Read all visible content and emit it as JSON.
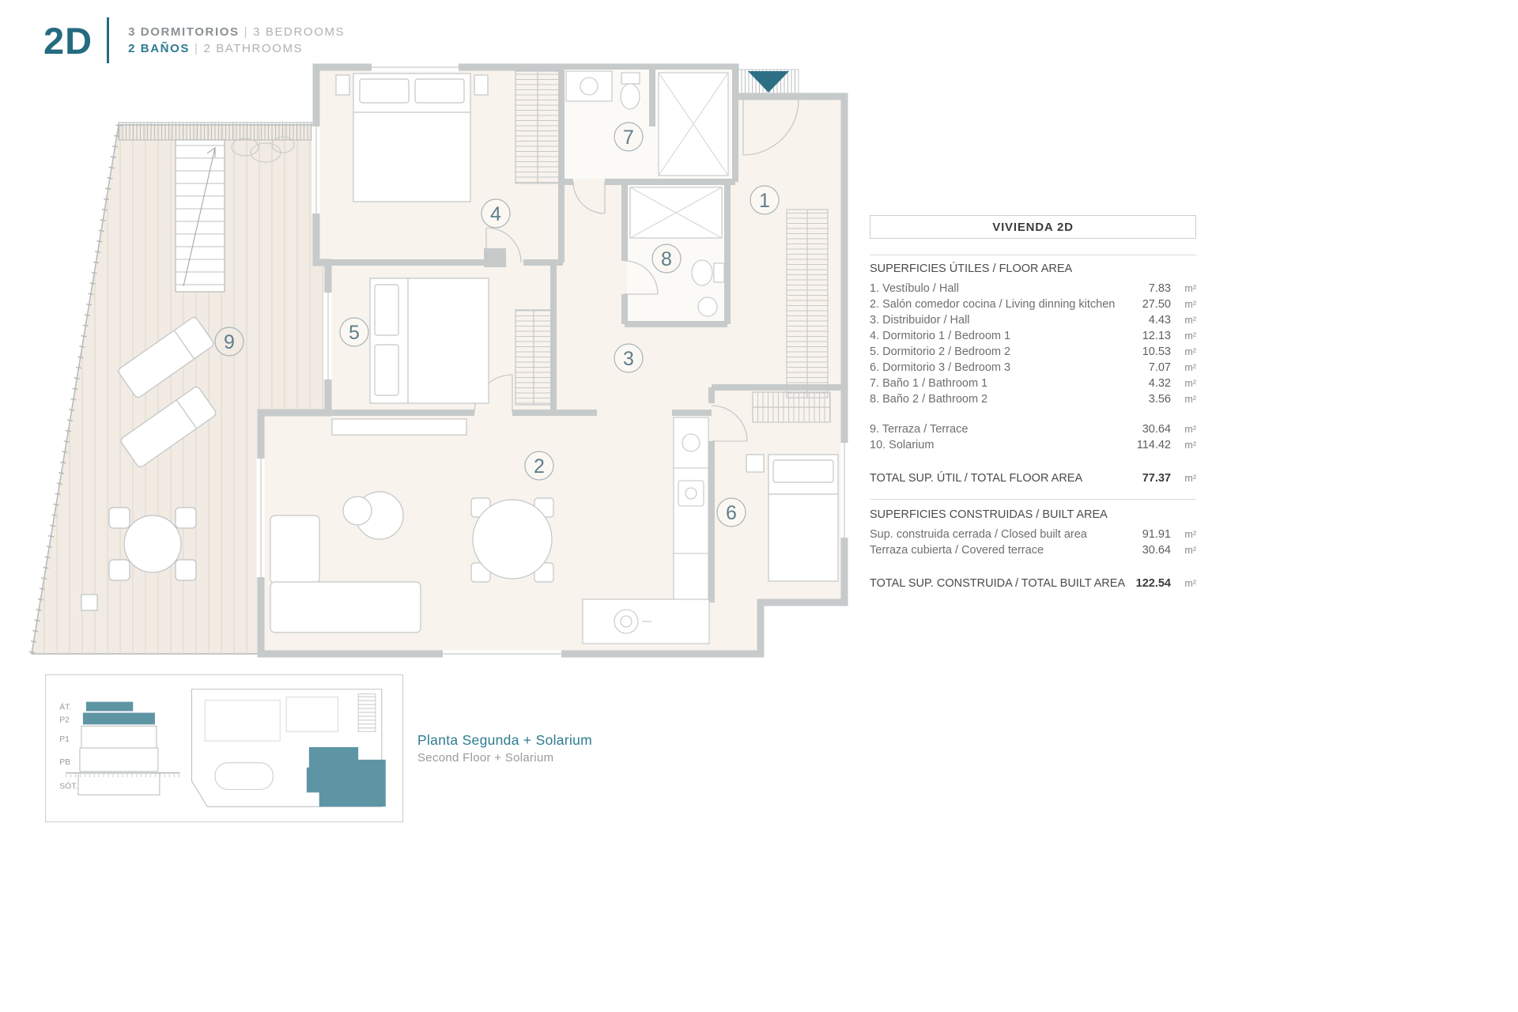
{
  "header": {
    "unit": "2D",
    "sep": "|",
    "bedrooms_es": "3 DORMITORIOS",
    "bedrooms_en": "3 BEDROOMS",
    "bathrooms_es": "2 BAÑOS",
    "bathrooms_en": "2 BATHROOMS"
  },
  "plan": {
    "rooms": [
      "1",
      "2",
      "3",
      "4",
      "5",
      "6",
      "7",
      "8",
      "9"
    ]
  },
  "table": {
    "title": "VIVIENDA 2D",
    "floor": {
      "header": "SUPERFICIES ÚTILES / FLOOR AREA",
      "rows": [
        {
          "label": "1. Vestíbulo / Hall",
          "value": "7.83",
          "unit": "m²"
        },
        {
          "label": "2. Salón comedor cocina / Living dinning kitchen",
          "value": "27.50",
          "unit": "m²"
        },
        {
          "label": "3. Distribuidor / Hall",
          "value": "4.43",
          "unit": "m²"
        },
        {
          "label": "4. Dormitorio 1 / Bedroom 1",
          "value": "12.13",
          "unit": "m²"
        },
        {
          "label": "5. Dormitorio 2 / Bedroom 2",
          "value": "10.53",
          "unit": "m²"
        },
        {
          "label": "6. Dormitorio 3 / Bedroom 3",
          "value": "7.07",
          "unit": "m²"
        },
        {
          "label": "7. Baño 1 / Bathroom 1",
          "value": "4.32",
          "unit": "m²"
        },
        {
          "label": "8. Baño 2 / Bathroom 2",
          "value": "3.56",
          "unit": "m²"
        }
      ],
      "extra_rows": [
        {
          "label": "9. Terraza / Terrace",
          "value": "30.64",
          "unit": "m²"
        },
        {
          "label": "10. Solarium",
          "value": "114.42",
          "unit": "m²"
        }
      ],
      "total": {
        "label": "TOTAL SUP. ÚTIL / TOTAL FLOOR AREA",
        "value": "77.37",
        "unit": "m²"
      }
    },
    "built": {
      "header": "SUPERFICIES CONSTRUIDAS / BUILT AREA",
      "rows": [
        {
          "label": "Sup. construida cerrada / Closed built area",
          "value": "91.91",
          "unit": "m²"
        },
        {
          "label": "Terraza cubierta / Covered terrace",
          "value": "30.64",
          "unit": "m²"
        }
      ],
      "total": {
        "label": "TOTAL SUP. CONSTRUIDA / TOTAL BUILT AREA",
        "value": "122.54",
        "unit": "m²"
      }
    }
  },
  "keyplan": {
    "levels": [
      "ÁT.",
      "P2",
      "P1",
      "PB",
      "SÓT."
    ]
  },
  "caption": {
    "title": "Planta Segunda + Solarium",
    "subtitle": "Second Floor + Solarium"
  },
  "colors": {
    "accent": "#2d7086",
    "keyplan_highlight": "#5e95a5",
    "wall_gray": "#c6caca",
    "floor_fill": "#f8f3ec"
  }
}
